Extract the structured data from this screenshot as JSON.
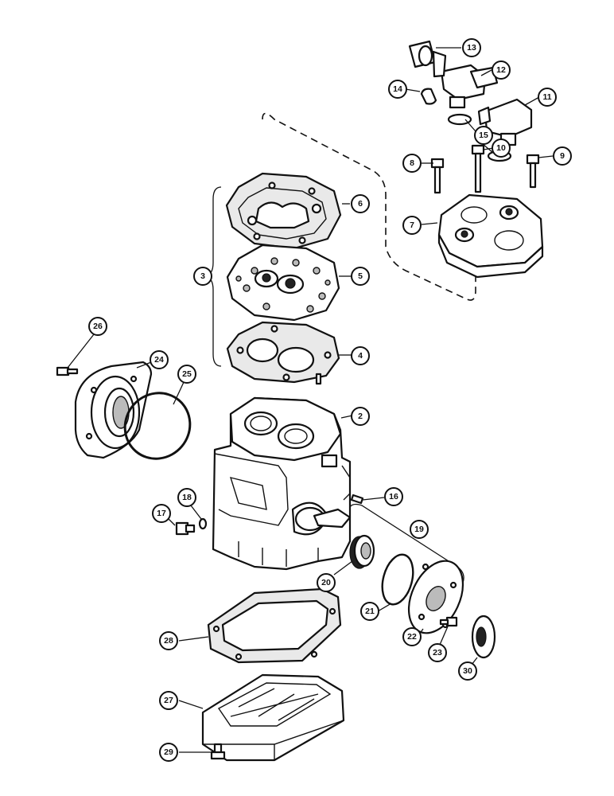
{
  "callouts": [
    {
      "id": "2",
      "label": "2"
    },
    {
      "id": "3",
      "label": "3"
    },
    {
      "id": "4",
      "label": "4"
    },
    {
      "id": "5",
      "label": "5"
    },
    {
      "id": "6",
      "label": "6"
    },
    {
      "id": "7",
      "label": "7"
    },
    {
      "id": "8",
      "label": "8"
    },
    {
      "id": "9",
      "label": "9"
    },
    {
      "id": "10",
      "label": "10"
    },
    {
      "id": "11",
      "label": "11"
    },
    {
      "id": "12",
      "label": "12"
    },
    {
      "id": "13",
      "label": "13"
    },
    {
      "id": "14",
      "label": "14"
    },
    {
      "id": "15",
      "label": "15"
    },
    {
      "id": "16",
      "label": "16"
    },
    {
      "id": "17",
      "label": "17"
    },
    {
      "id": "18",
      "label": "18"
    },
    {
      "id": "19",
      "label": "19"
    },
    {
      "id": "20",
      "label": "20"
    },
    {
      "id": "21",
      "label": "21"
    },
    {
      "id": "22",
      "label": "22"
    },
    {
      "id": "23",
      "label": "23"
    },
    {
      "id": "24",
      "label": "24"
    },
    {
      "id": "25",
      "label": "25"
    },
    {
      "id": "26",
      "label": "26"
    },
    {
      "id": "27",
      "label": "27"
    },
    {
      "id": "28",
      "label": "28"
    },
    {
      "id": "29",
      "label": "29"
    },
    {
      "id": "30",
      "label": "30"
    }
  ]
}
